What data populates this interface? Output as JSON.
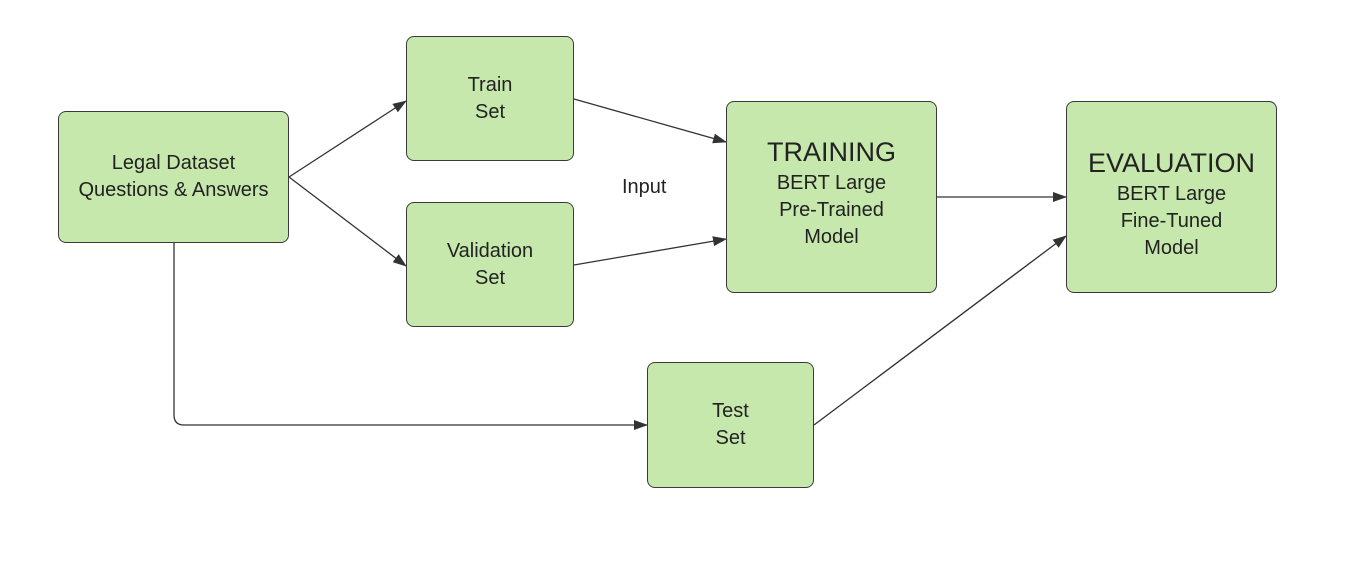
{
  "nodes": {
    "legal": {
      "line1": "Legal Dataset",
      "line2": "Questions & Answers"
    },
    "train": {
      "line1": "Train",
      "line2": "Set"
    },
    "validation": {
      "line1": "Validation",
      "line2": "Set"
    },
    "test": {
      "line1": "Test",
      "line2": "Set"
    },
    "training": {
      "heading": "TRAINING",
      "line1": "BERT Large",
      "line2": "Pre-Trained",
      "line3": "Model"
    },
    "evaluation": {
      "heading": "EVALUATION",
      "line1": "BERT Large",
      "line2": "Fine-Tuned",
      "line3": "Model"
    }
  },
  "edge_labels": {
    "input": "Input"
  },
  "edges": [
    {
      "from": "legal",
      "to": "train"
    },
    {
      "from": "legal",
      "to": "validation"
    },
    {
      "from": "legal",
      "to": "test"
    },
    {
      "from": "train",
      "to": "training"
    },
    {
      "from": "validation",
      "to": "training"
    },
    {
      "from": "training",
      "to": "evaluation"
    },
    {
      "from": "test",
      "to": "evaluation"
    }
  ],
  "colors": {
    "box_fill": "#c6e8ad",
    "stroke": "#3a3a3a"
  }
}
